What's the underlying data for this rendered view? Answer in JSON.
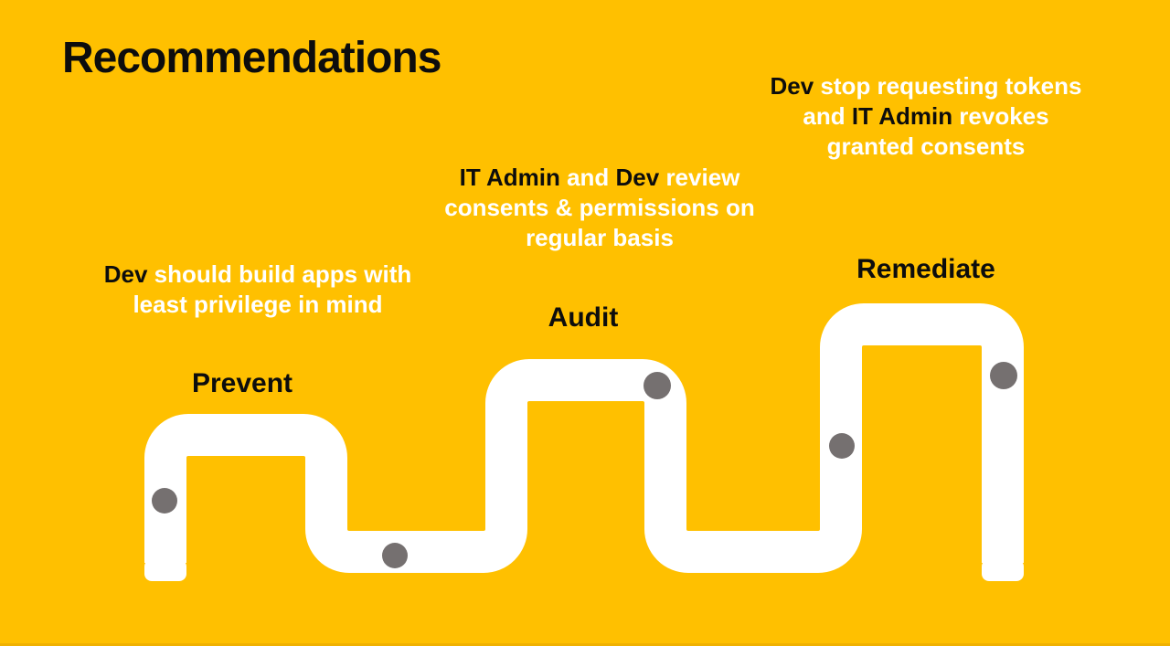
{
  "title": "Recommendations",
  "colors": {
    "background": "#FFC000",
    "road": "#FFFFFF",
    "milestone_dot": "#757070",
    "text_dark": "#0D0D0D",
    "text_light": "#FFFFFF",
    "bottom_edge": "#F0B100"
  },
  "stages": [
    {
      "label": "Prevent"
    },
    {
      "label": "Audit"
    },
    {
      "label": "Remediate"
    }
  ],
  "annotations": [
    {
      "stage": "Prevent",
      "lines": [
        [
          {
            "text": "Dev ",
            "color": "dark"
          },
          {
            "text": "should build apps with",
            "color": "light"
          }
        ],
        [
          {
            "text": "least privilege in mind",
            "color": "light"
          }
        ]
      ]
    },
    {
      "stage": "Audit",
      "lines": [
        [
          {
            "text": "IT Admin",
            "color": "dark"
          },
          {
            "text": " and ",
            "color": "light"
          },
          {
            "text": "Dev",
            "color": "dark"
          },
          {
            "text": " review",
            "color": "light"
          }
        ],
        [
          {
            "text": "consents & permissions on",
            "color": "light"
          }
        ],
        [
          {
            "text": "regular basis",
            "color": "light"
          }
        ]
      ]
    },
    {
      "stage": "Remediate",
      "lines": [
        [
          {
            "text": "Dev ",
            "color": "dark"
          },
          {
            "text": "stop requesting tokens",
            "color": "light"
          }
        ],
        [
          {
            "text": "and ",
            "color": "light"
          },
          {
            "text": "IT Admin",
            "color": "dark"
          },
          {
            "text": " revokes",
            "color": "light"
          }
        ],
        [
          {
            "text": "granted consents",
            "color": "light"
          }
        ]
      ]
    }
  ],
  "road": {
    "milestone_dot_count": 5
  }
}
